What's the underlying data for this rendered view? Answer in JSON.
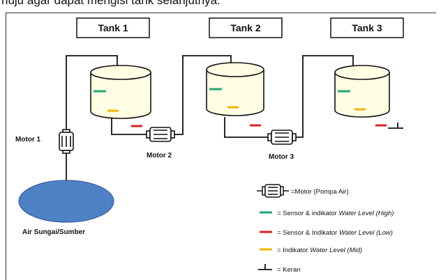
{
  "caption": "nuju agar dapat mengisi tank selanjutnya.",
  "tanks": [
    {
      "label": "Tank 1"
    },
    {
      "label": "Tank 2"
    },
    {
      "label": "Tank 3"
    }
  ],
  "motors": [
    {
      "label": "Motor 1"
    },
    {
      "label": "Motor 2"
    },
    {
      "label": "Motor 3"
    }
  ],
  "water_source": {
    "label": "Air Sungai/Sumber",
    "color": "#4f81c7"
  },
  "legend": {
    "motor": {
      "text": "=Motor (Pompa Air)"
    },
    "sensor_high": {
      "prefix": "= Sensor & indikator ",
      "italic": "Water Level (High)",
      "color": "#1fa870"
    },
    "sensor_low": {
      "prefix": "= Sensor & Indikator ",
      "italic": "Water Level (Low)",
      "color": "#e02020"
    },
    "indicator_mid": {
      "prefix": "= Indikator ",
      "italic": "Water Level (Mid)",
      "color": "#f0b400"
    },
    "tap": {
      "text": "= Keran"
    }
  }
}
